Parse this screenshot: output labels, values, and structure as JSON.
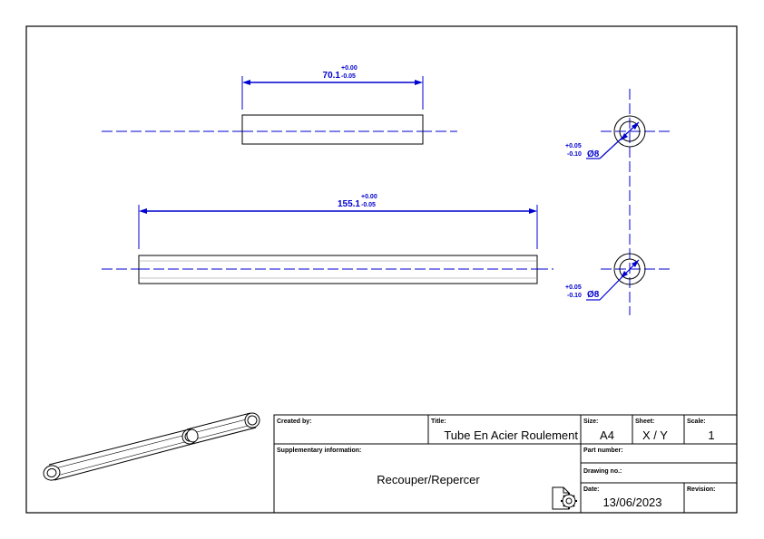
{
  "drawing": {
    "top_tube": {
      "length": "70.1",
      "tol_plus": "+0.00",
      "tol_minus": "-0.05"
    },
    "bottom_tube": {
      "length": "155.1",
      "tol_plus": "+0.00",
      "tol_minus": "-0.05"
    },
    "section_top": {
      "tol_plus": "+0.05",
      "tol_minus": "-0.10",
      "diameter": "Ø8"
    },
    "section_bottom": {
      "tol_plus": "+0.05",
      "tol_minus": "-0.10",
      "diameter": "Ø8"
    },
    "dimension_color": "#0000d0"
  },
  "title_block": {
    "created_by_label": "Created by:",
    "created_by_value": "",
    "title_label": "Title:",
    "title_value": "Tube En Acier Roulement",
    "size_label": "Size:",
    "size_value": "A4",
    "sheet_label": "Sheet:",
    "sheet_value": "X / Y",
    "scale_label": "Scale:",
    "scale_value": "1",
    "supplementary_label": "Supplementary information:",
    "supplementary_value": "Recouper/Repercer",
    "part_number_label": "Part number:",
    "drawing_no_label": "Drawing no.:",
    "date_label": "Date:",
    "date_value": "13/06/2023",
    "revision_label": "Revision:",
    "logo_icon": "gear-document-icon"
  }
}
